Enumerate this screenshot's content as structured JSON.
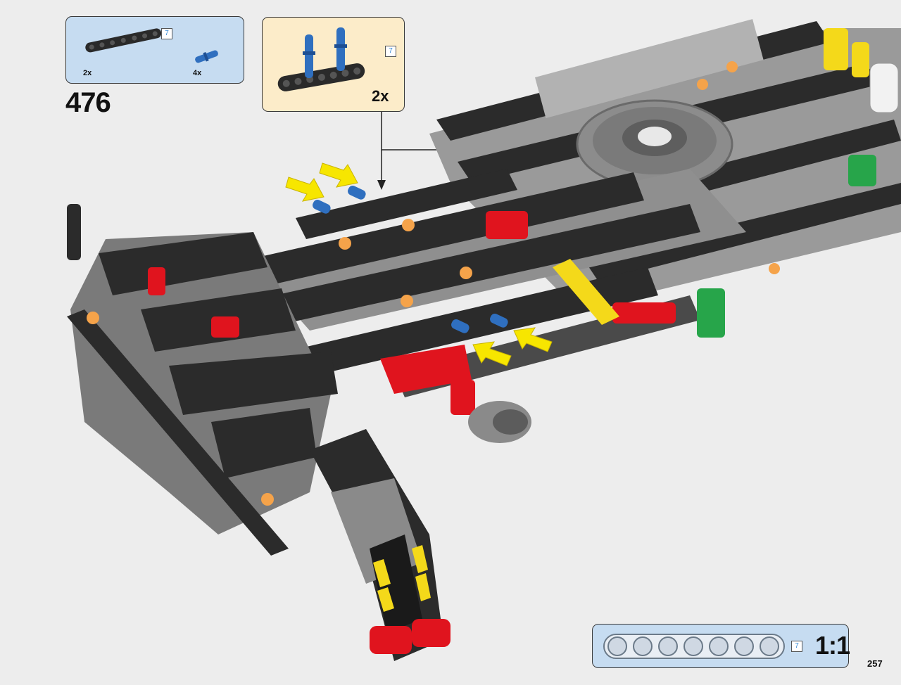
{
  "step": {
    "number": "476"
  },
  "parts_list": {
    "items": [
      {
        "name": "beam-7",
        "badge": "7",
        "quantity": "2x",
        "color": "#2a2a2a"
      },
      {
        "name": "axle-pin",
        "quantity": "4x",
        "color": "#2f6fbf"
      }
    ]
  },
  "sub_assembly": {
    "badge": "7",
    "quantity": "2x"
  },
  "scale_ruler": {
    "badge": "7",
    "label": "1:1",
    "holes": 7
  },
  "page": {
    "number": "257"
  },
  "colors": {
    "parts_panel": "#c6dcf1",
    "subassembly_panel": "#fcecc9",
    "beam_dark": "#2a2a2a",
    "frame_grey": "#8f8f8f",
    "pin_blue": "#2f6fbf",
    "pin_red": "#e0141e",
    "pin_orange": "#f5a34a",
    "pin_yellow": "#f4d91a",
    "pin_green": "#27a54a",
    "arrow_yellow": "#f7e600"
  }
}
